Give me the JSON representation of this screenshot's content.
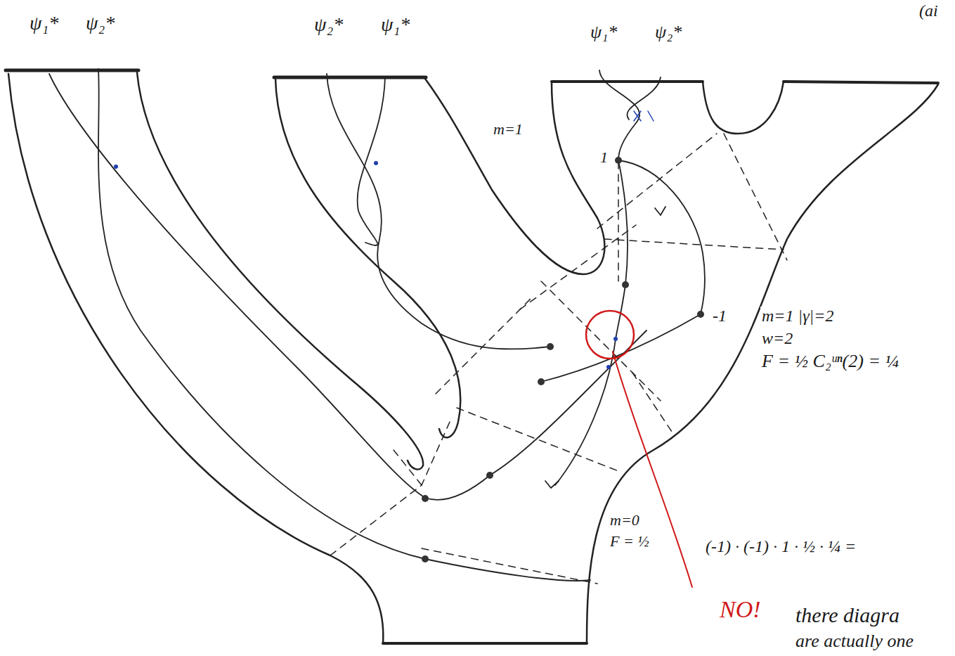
{
  "diagram": {
    "labels": [
      "ψ₁*",
      "ψ₂*",
      "ψ₂*",
      "ψ₁*",
      "ψ₁*",
      "ψ₂*",
      "(ai",
      "m=1",
      "1",
      "-1",
      "m=1 |γ|=2",
      "w=2",
      "F = ½ C₂ᵘⁿ(2) = ¼",
      "m=0",
      "F = ½",
      "(-1) · (-1) · 1 · ½ · ¼ =",
      "NO!",
      "there diagra",
      "are actually one"
    ]
  }
}
